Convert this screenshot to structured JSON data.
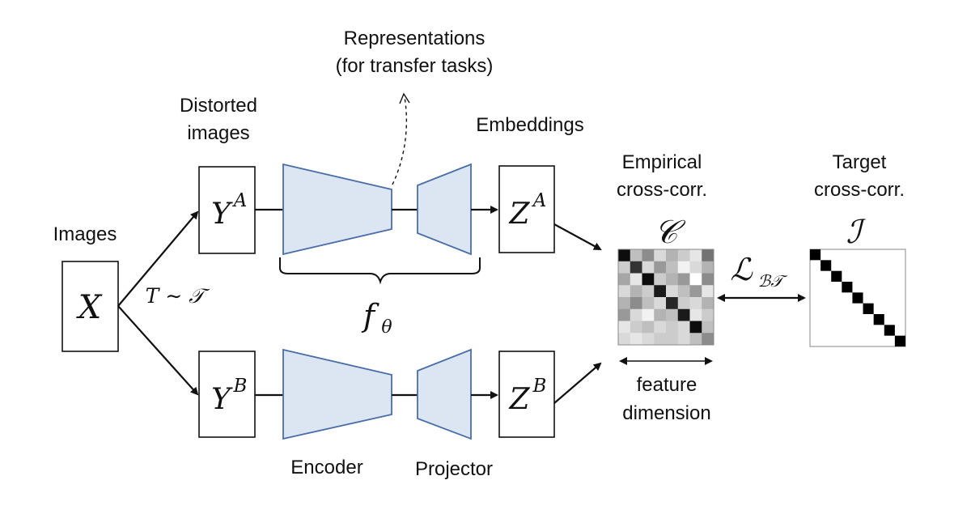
{
  "labels": {
    "images": "Images",
    "distorted_line1": "Distorted",
    "distorted_line2": "images",
    "representations_line1": "Representations",
    "representations_line2": "(for transfer tasks)",
    "embeddings": "Embeddings",
    "empirical_line1": "Empirical",
    "empirical_line2": "cross-corr.",
    "target_line1": "Target",
    "target_line2": "cross-corr.",
    "encoder": "Encoder",
    "projector": "Projector",
    "feature_line1": "feature",
    "feature_line2": "dimension"
  },
  "math": {
    "x": "X",
    "transform": "T ∼ 𝒯",
    "ya_base": "Y",
    "ya_sup": "A",
    "yb_base": "Y",
    "yb_sup": "B",
    "za_base": "Z",
    "za_sup": "A",
    "zb_base": "Z",
    "zb_sup": "B",
    "f_base": "f",
    "f_sub": "θ",
    "c_symbol": "𝒞",
    "i_symbol": "ℐ",
    "loss_base": "ℒ",
    "loss_sub": "ℬ𝒯"
  },
  "colors": {
    "network_fill": "#dce6f2",
    "network_stroke": "#4a6ea8"
  },
  "matrices": {
    "empirical_size": 8,
    "empirical_gray": [
      [
        0.05,
        0.75,
        0.55,
        0.85,
        0.7,
        0.8,
        0.9,
        0.45
      ],
      [
        0.8,
        0.2,
        0.85,
        0.6,
        0.75,
        0.95,
        0.85,
        0.7
      ],
      [
        0.65,
        0.9,
        0.05,
        0.8,
        0.7,
        0.6,
        1.0,
        0.55
      ],
      [
        0.85,
        0.7,
        0.8,
        0.1,
        0.85,
        0.75,
        0.6,
        0.9
      ],
      [
        0.7,
        0.55,
        0.75,
        0.85,
        0.15,
        0.8,
        0.85,
        0.7
      ],
      [
        0.6,
        0.85,
        0.95,
        0.7,
        0.75,
        0.1,
        0.9,
        0.8
      ],
      [
        0.9,
        0.8,
        0.75,
        0.85,
        0.8,
        0.85,
        0.05,
        0.75
      ],
      [
        0.85,
        0.9,
        0.85,
        0.8,
        0.8,
        0.85,
        0.75,
        0.55
      ]
    ],
    "target_size": 9
  }
}
